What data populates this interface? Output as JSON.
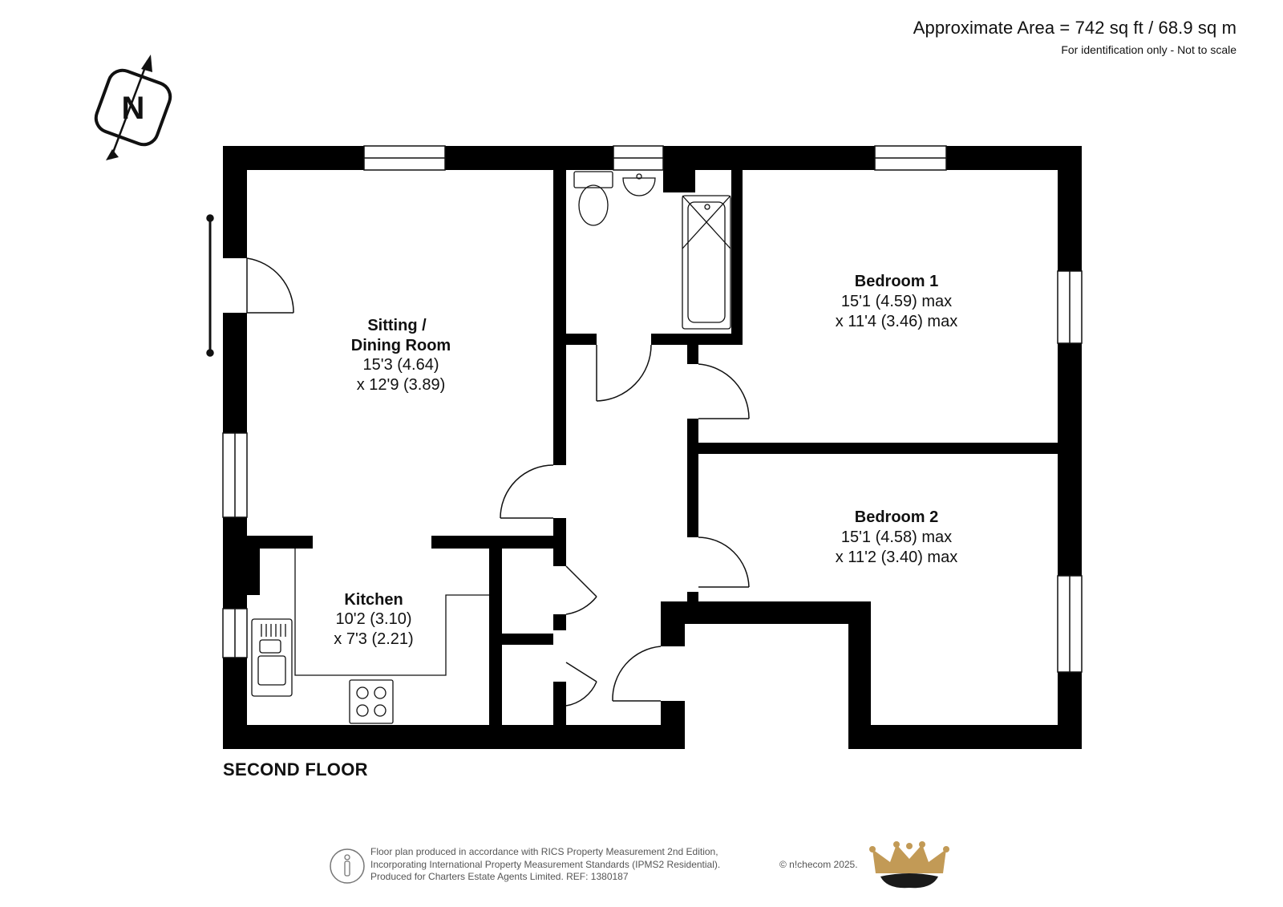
{
  "header": {
    "area": "Approximate Area = 742 sq ft / 68.9 sq m",
    "note": "For identification only - Not to scale"
  },
  "compass": {
    "letter": "N",
    "icon": "north-compass-icon"
  },
  "rooms": [
    {
      "id": "sitting",
      "name_lines": [
        "Sitting /",
        "Dining Room"
      ],
      "dim_lines": [
        "15'3 (4.64)",
        "x 12'9 (3.89)"
      ]
    },
    {
      "id": "bedroom1",
      "name_lines": [
        "Bedroom 1"
      ],
      "dim_lines": [
        "15'1 (4.59) max",
        "x 11'4 (3.46) max"
      ]
    },
    {
      "id": "bedroom2",
      "name_lines": [
        "Bedroom 2"
      ],
      "dim_lines": [
        "15'1 (4.58) max",
        "x 11'2 (3.40) max"
      ]
    },
    {
      "id": "kitchen",
      "name_lines": [
        "Kitchen"
      ],
      "dim_lines": [
        "10'2 (3.10)",
        "x 7'3 (2.21)"
      ]
    }
  ],
  "floor_label": "SECOND FLOOR",
  "footer": {
    "lines": [
      "Floor plan produced in accordance with RICS Property Measurement 2nd Edition,",
      "Incorporating International Property Measurement Standards (IPMS2 Residential).",
      "Produced for Charters Estate Agents Limited.   REF: 1380187"
    ],
    "copyright": "© n!checom 2025.",
    "logo": "crown-logo-icon",
    "person_icon": "person-scale-icon"
  },
  "colors": {
    "wall": "#000000",
    "logo_gold": "#c29a56",
    "logo_dark": "#1a1a1a",
    "text_gray": "#555555"
  }
}
